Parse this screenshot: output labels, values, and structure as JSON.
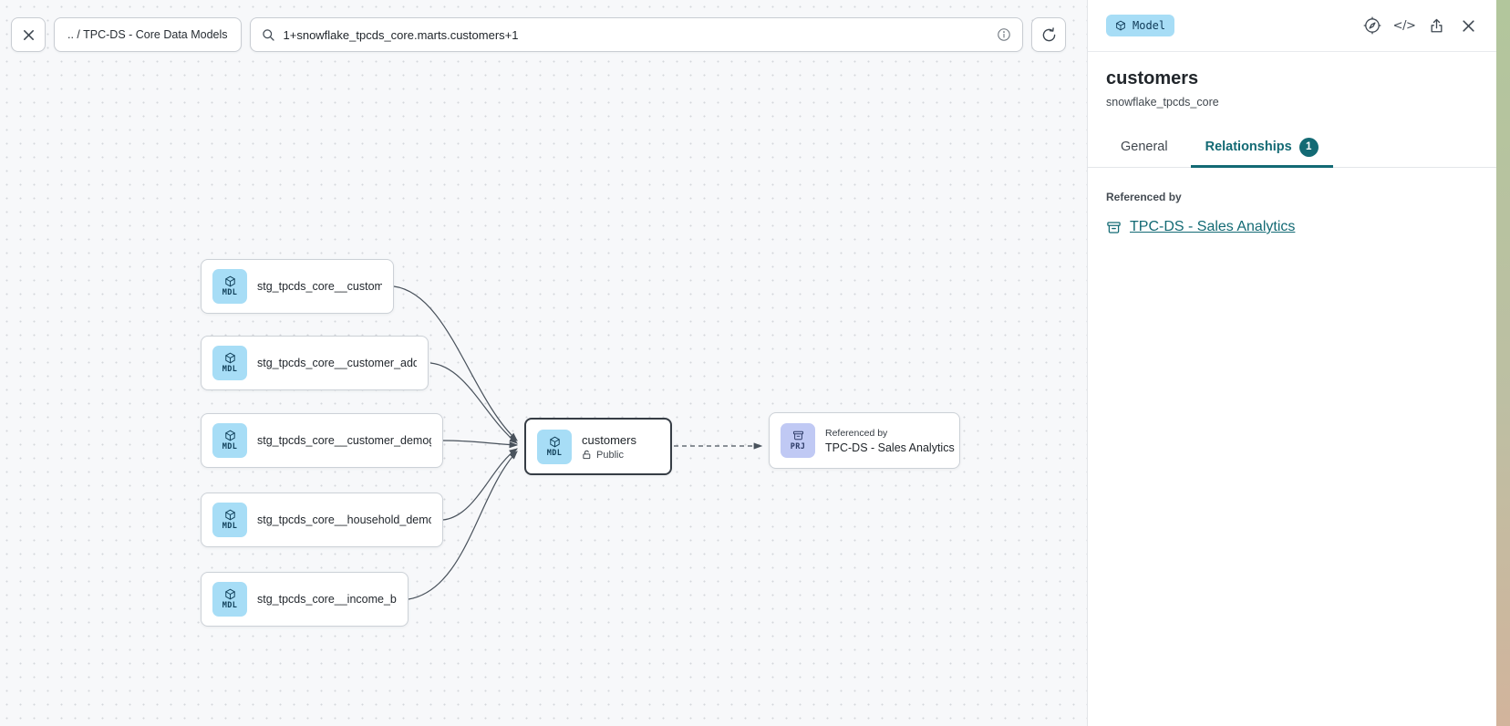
{
  "canvas_toolbar": {
    "breadcrumb": ".. / TPC-DS - Core Data Models",
    "search_value": "1+snowflake_tpcds_core.marts.customers+1"
  },
  "details_panel": {
    "type_badge": "Model",
    "title": "customers",
    "subtitle": "snowflake_tpcds_core",
    "code_glyph": "</>",
    "tabs": {
      "general": "General",
      "relationships": "Relationships",
      "relationships_count": "1"
    },
    "referenced_by_label": "Referenced by",
    "referenced_by_link": "TPC-DS - Sales Analytics"
  },
  "graph": {
    "upstream_nodes": [
      {
        "type": "MDL",
        "label": "stg_tpcds_core__customer"
      },
      {
        "type": "MDL",
        "label": "stg_tpcds_core__customer_address"
      },
      {
        "type": "MDL",
        "label": "stg_tpcds_core__customer_demogra..."
      },
      {
        "type": "MDL",
        "label": "stg_tpcds_core__household_demogr..."
      },
      {
        "type": "MDL",
        "label": "stg_tpcds_core__income_band"
      }
    ],
    "selected_node": {
      "type": "MDL",
      "label": "customers",
      "access": "Public"
    },
    "referenced_node": {
      "type": "PRJ",
      "caption": "Referenced by",
      "label": "TPC-DS - Sales Analytics"
    }
  },
  "colors": {
    "accent-teal": "#136a74",
    "model-badge-bg": "#a7ddf6",
    "model-icon-bg": "#a7ddf6",
    "project-icon-bg": "#c0c9f4",
    "icon-ink": "#11405a",
    "edge": "#49525c"
  }
}
